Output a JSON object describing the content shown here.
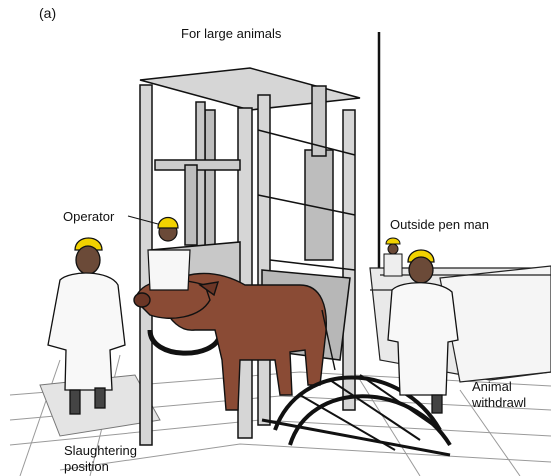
{
  "figure": {
    "panel_label": "(a)",
    "title": "For large animals"
  },
  "labels": {
    "operator": "Operator",
    "outside_pen_man": "Outside pen man",
    "animal_withdrawl_line1": "Animal",
    "animal_withdrawl_line2": "withdrawl",
    "slaughtering_position_line1": "Slaughtering",
    "slaughtering_position_line2": "position"
  },
  "colors": {
    "animal": "#8a4b35",
    "helmet": "#f2d200",
    "steel": "#cfcfcf",
    "outline": "#111111",
    "floor": "#d9d9d9"
  }
}
